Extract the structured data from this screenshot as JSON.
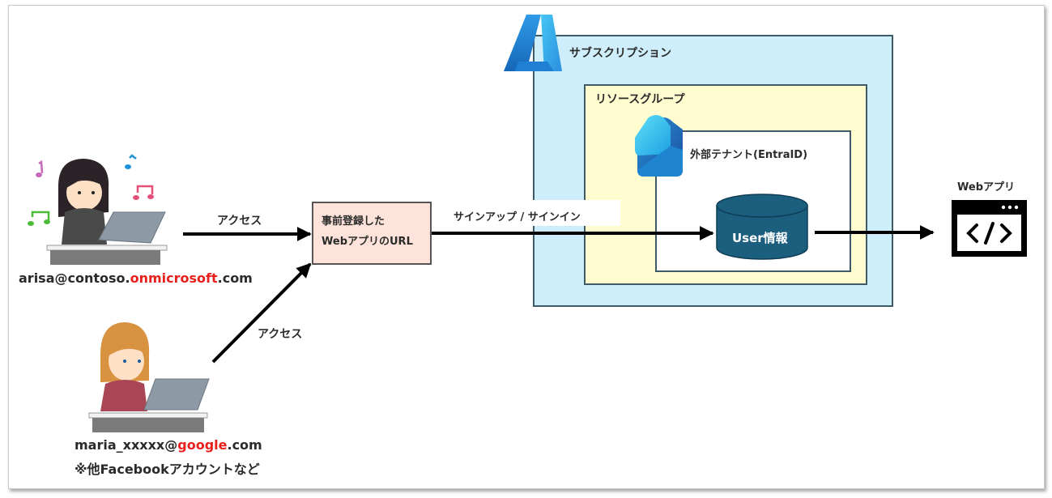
{
  "users": [
    {
      "email_prefix": "arisa@contoso.",
      "email_highlight": "onmicrosoft",
      "email_suffix": ".com",
      "access_label": "アクセス"
    },
    {
      "email_prefix": "maria_xxxxx@",
      "email_highlight": "google",
      "email_suffix": ".com",
      "note": "※他Facebookアカウントなど",
      "access_label": "アクセス"
    }
  ],
  "registered_url_box": {
    "line1": "事前登録した",
    "line2": "WebアプリのURL"
  },
  "signup_signin_label": "サインアップ / サインイン",
  "azure": {
    "subscription_label": "サブスクリプション",
    "resource_group_label": "リソースグループ",
    "tenant_label": "外部テナント(EntraID)",
    "database_label": "User情報"
  },
  "web_app": {
    "label": "Webアプリ",
    "code_glyph": "</>"
  },
  "colors": {
    "subscription_fill": "#cdeefa",
    "resource_group_fill": "#fffcd0",
    "url_box_fill": "#fde3d9",
    "database_fill": "#1b5e7e",
    "highlight_red": "#e8201c",
    "azure_blue": "#1f7fd4"
  }
}
